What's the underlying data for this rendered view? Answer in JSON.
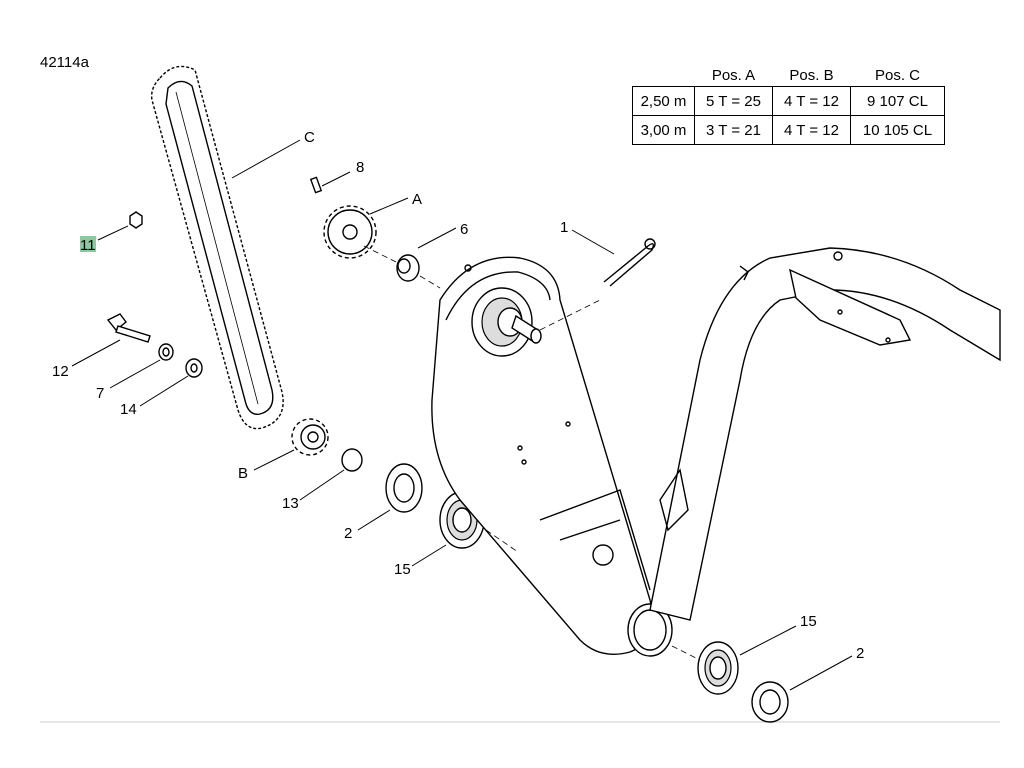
{
  "diagram_id": "42114a",
  "table": {
    "headers": [
      "",
      "Pos. A",
      "Pos. B",
      "Pos. C"
    ],
    "rows": [
      [
        "2,50 m",
        "5  T = 25",
        "4  T = 12",
        "9  107 CL"
      ],
      [
        "3,00 m",
        "3  T = 21",
        "4  T = 12",
        "10  105 CL"
      ]
    ]
  },
  "callouts": {
    "c": "C",
    "p8": "8",
    "a": "A",
    "p6": "6",
    "p1": "1",
    "p11": "11",
    "p12": "12",
    "p7": "7",
    "p14": "14",
    "b": "B",
    "p13": "13",
    "p2a": "2",
    "p15a": "15",
    "p15b": "15",
    "p2b": "2"
  },
  "colors": {
    "highlight": "#8cc8a0"
  }
}
